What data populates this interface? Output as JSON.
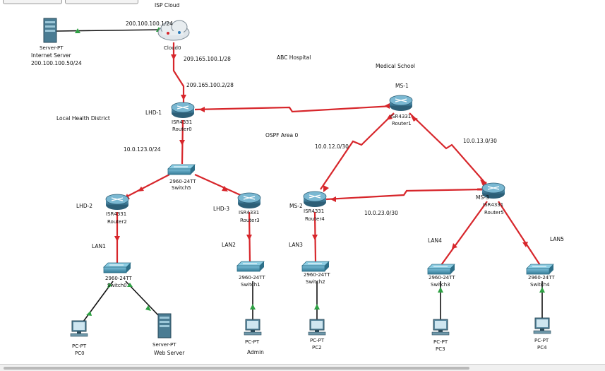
{
  "title": "ISP Cloud",
  "colors": {
    "link": "#d7262b",
    "ok": "#2ea043",
    "cable": "#111111",
    "router": "#3d7a98",
    "switch": "#3f86a3"
  },
  "labels": {
    "isp_net": "200.100.100.1/24",
    "cloud_name": "Cloud0",
    "server_type": "Server-PT",
    "internet_server": "Internet Server",
    "internet_server_ip": "200.100.100.50/24",
    "abc": "ABC Hospital",
    "medical": "Medical School",
    "local_health": "Local Health District",
    "ospf": "OSPF Area 0",
    "link_top1": "209.165.100.1/28",
    "link_top2": "209.165.100.2/28",
    "net_123": "10.0.123.0/24",
    "net_12": "10.0.12.0/30",
    "net_13": "10.0.13.0/30",
    "net_23": "10.0.23.0/30",
    "lan1": "LAN1",
    "lan2": "LAN2",
    "lan3": "LAN3",
    "lan4": "LAN4",
    "lan5": "LAN5"
  },
  "devices": {
    "lhd1": {
      "role": "LHD-1",
      "model": "ISR4331",
      "name": "Router0"
    },
    "ms1": {
      "role": "MS-1",
      "model": "ISR4331",
      "name": "Router1"
    },
    "lhd2": {
      "role": "LHD-2",
      "model": "ISR4331",
      "name": "Router2"
    },
    "lhd3": {
      "role": "LHD-3",
      "model": "ISR4331",
      "name": "Router3"
    },
    "ms2": {
      "role": "MS-2",
      "model": "ISR4331",
      "name": "Router4"
    },
    "ms3": {
      "role": "MS-3",
      "model": "ISR4331",
      "name": "Router5"
    },
    "sw5": {
      "model": "2960-24TT",
      "name": "Switch5"
    },
    "sw0": {
      "model": "2960-24TT",
      "name": "Switch0"
    },
    "sw1": {
      "model": "2960-24TT",
      "name": "Switch1"
    },
    "sw2": {
      "model": "2960-24TT",
      "name": "Switch2"
    },
    "sw3": {
      "model": "2960-24TT",
      "name": "Switch3"
    },
    "sw4": {
      "model": "2960-24TT",
      "name": "Switch4"
    },
    "pc0": {
      "type": "PC-PT",
      "name": "PC0"
    },
    "webserver": {
      "type": "Server-PT",
      "name": "Web Server"
    },
    "admin": {
      "type": "PC-PT",
      "name": "Admin"
    },
    "pc2": {
      "type": "PC-PT",
      "name": "PC2"
    },
    "pc3": {
      "type": "PC-PT",
      "name": "PC3"
    },
    "pc4": {
      "type": "PC-PT",
      "name": "PC4"
    }
  }
}
